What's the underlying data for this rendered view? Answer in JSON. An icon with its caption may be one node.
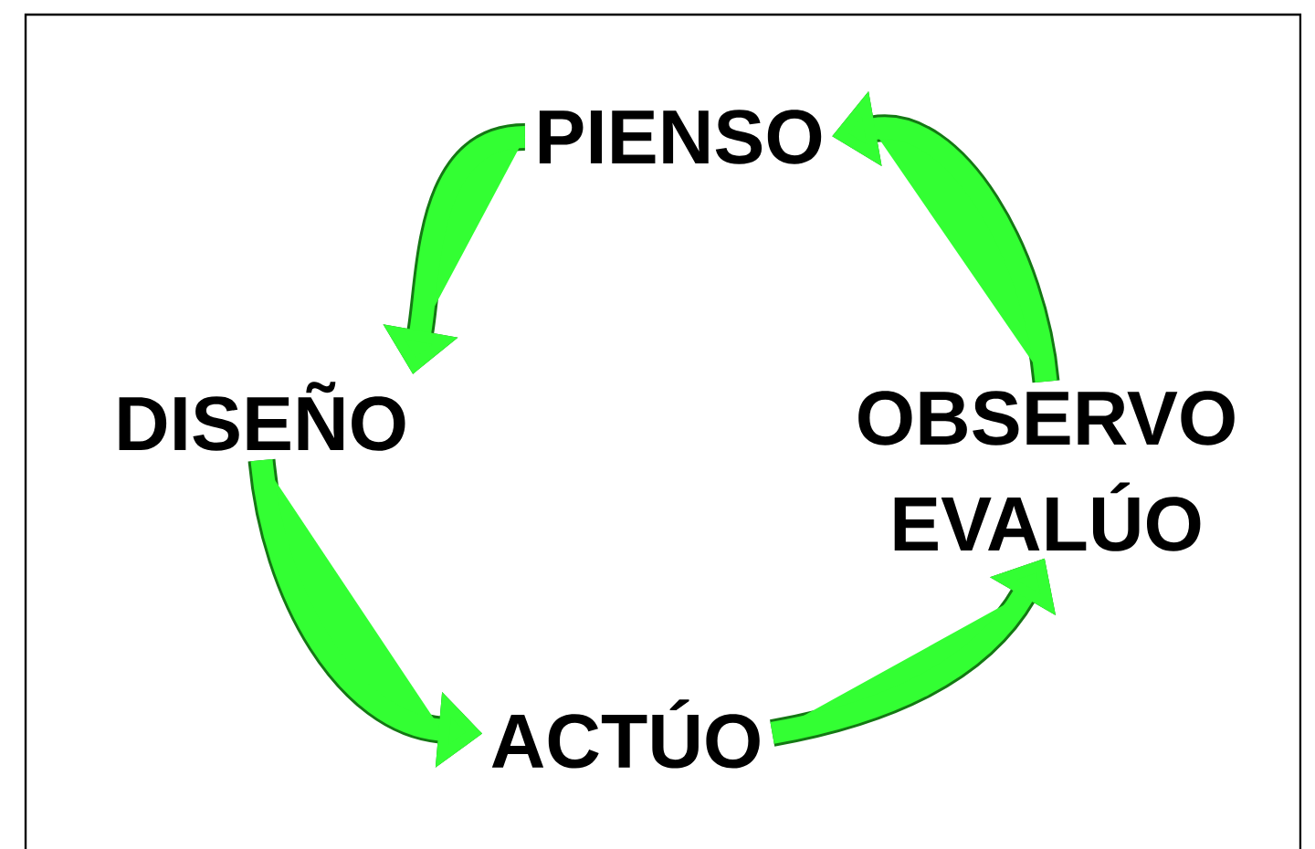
{
  "diagram": {
    "nodes": [
      {
        "text": [
          "PIENSO"
        ]
      },
      {
        "text": [
          "DISEÑO"
        ]
      },
      {
        "text": [
          "ACTÚO"
        ]
      },
      {
        "text": [
          "OBSERVO EVALÚO"
        ]
      }
    ],
    "edges": [
      {
        "from": 0,
        "to": 1,
        "arrow": "to"
      },
      {
        "from": 1,
        "to": 2,
        "arrow": "to"
      },
      {
        "from": 2,
        "to": 3,
        "arrow": "to"
      },
      {
        "from": 3,
        "to": 0,
        "arrow": "to"
      }
    ]
  }
}
